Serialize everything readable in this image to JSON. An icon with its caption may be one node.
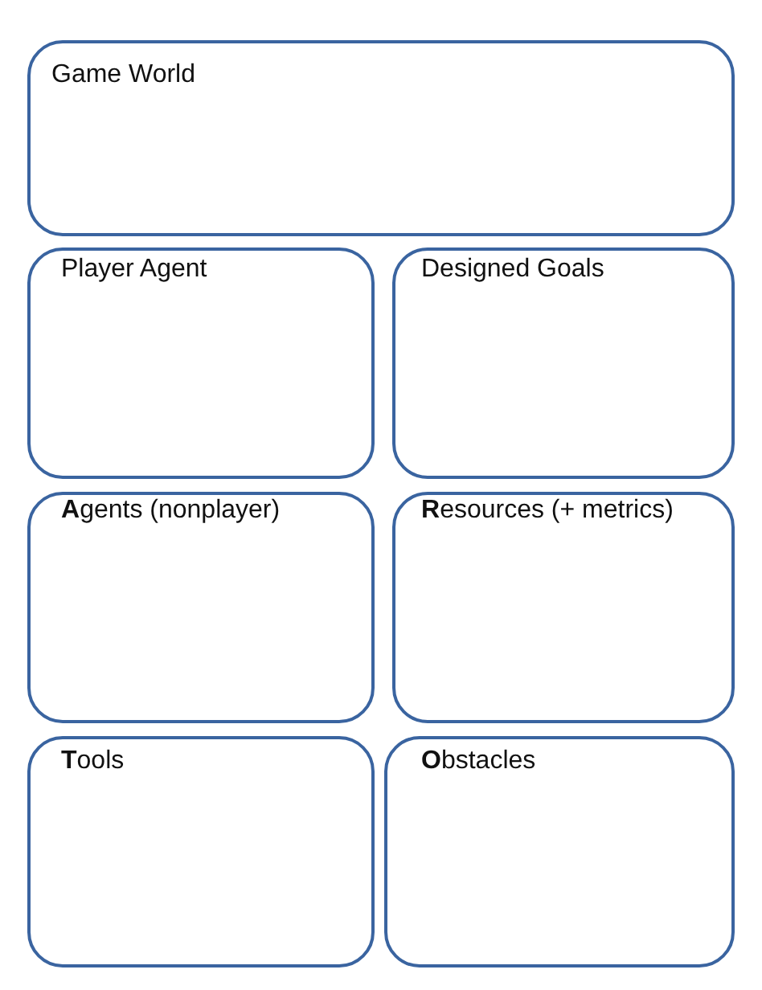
{
  "diagram": {
    "nodes": [
      {
        "text": [
          "Game World"
        ]
      },
      {
        "text": [
          "Player Agent"
        ]
      },
      {
        "text": [
          "Designed Goals"
        ]
      },
      {
        "text": [
          "**A**gents (nonplayer)"
        ]
      },
      {
        "text": [
          "**R**esources (+ metrics)"
        ]
      },
      {
        "text": [
          "**T**ools"
        ]
      },
      {
        "text": [
          "**O**bstacles"
        ]
      }
    ]
  }
}
